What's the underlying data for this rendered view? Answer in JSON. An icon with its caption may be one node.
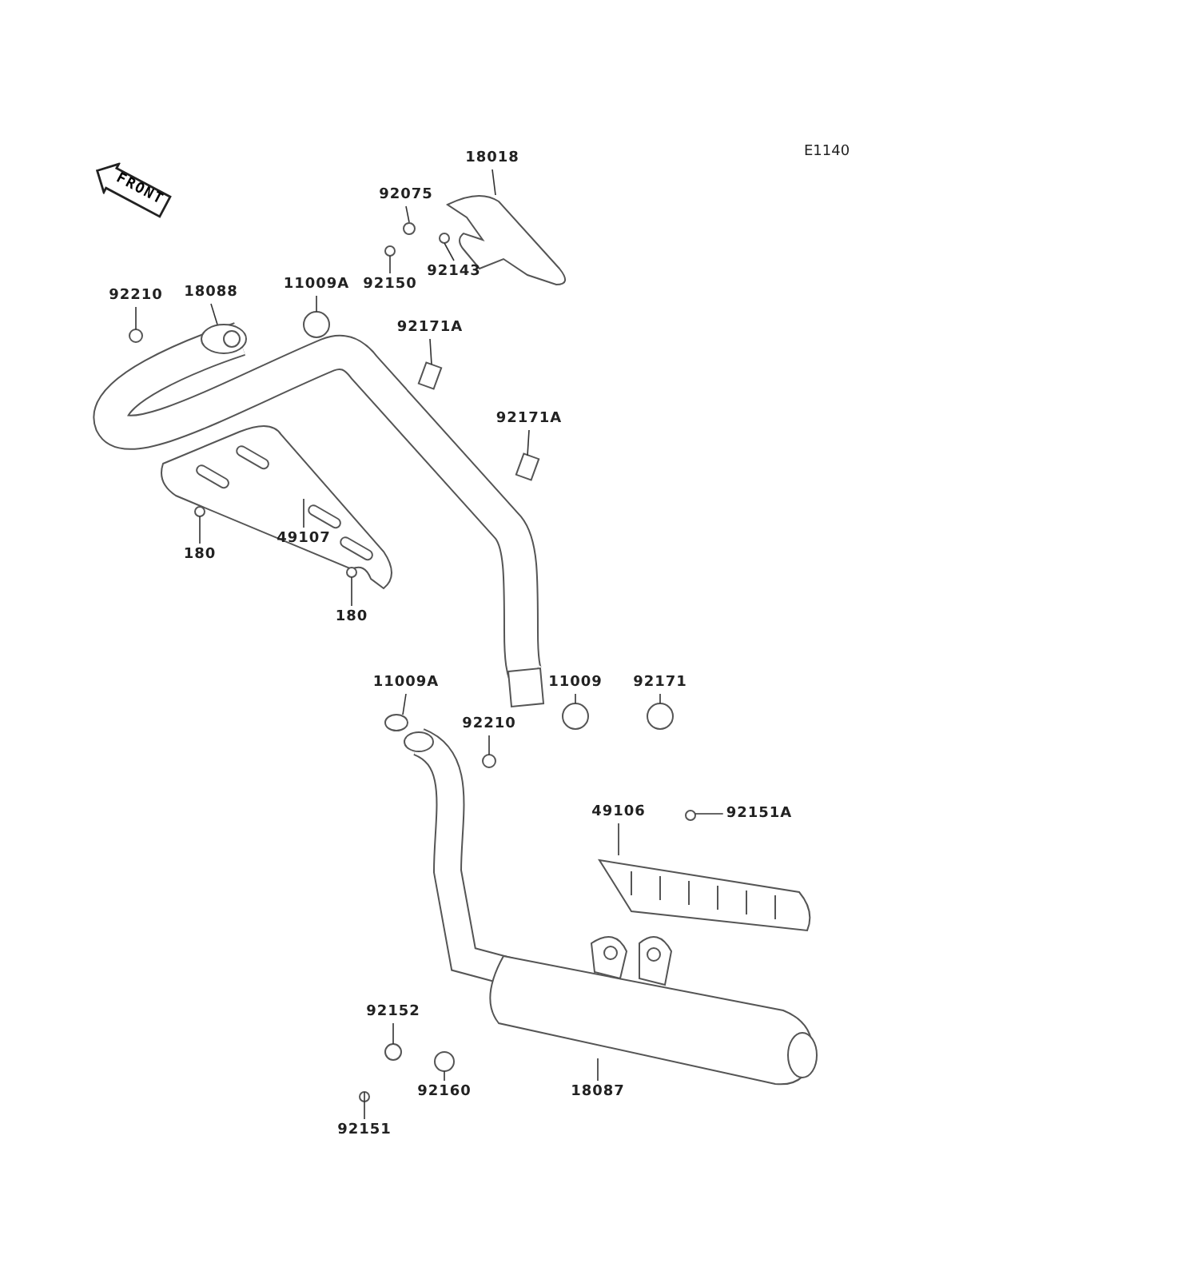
{
  "diagram": {
    "nodes": [
      {
        "text": [
          "FRONT"
        ]
      },
      {
        "text": [
          "18018"
        ]
      },
      {
        "text": [
          "92075"
        ]
      },
      {
        "text": [
          "92143"
        ]
      },
      {
        "text": [
          "92150"
        ]
      },
      {
        "text": [
          "92210"
        ]
      },
      {
        "text": [
          "18088"
        ]
      },
      {
        "text": [
          "11009A"
        ]
      },
      {
        "text": [
          "92171A"
        ]
      },
      {
        "text": [
          "92171A"
        ]
      },
      {
        "text": [
          "180"
        ]
      },
      {
        "text": [
          "49107"
        ]
      },
      {
        "text": [
          "180"
        ]
      },
      {
        "text": [
          "11009A"
        ]
      },
      {
        "text": [
          "11009"
        ]
      },
      {
        "text": [
          "92171"
        ]
      },
      {
        "text": [
          "92210"
        ]
      },
      {
        "text": [
          "49106"
        ]
      },
      {
        "text": [
          "92151A"
        ]
      },
      {
        "text": [
          "92152"
        ]
      },
      {
        "text": [
          "92160"
        ]
      },
      {
        "text": [
          "18087"
        ]
      },
      {
        "text": [
          "92151"
        ]
      }
    ],
    "edges": [
      {
        "from": 1,
        "to": null,
        "arrow": "none"
      },
      {
        "from": 2,
        "to": null,
        "arrow": "none"
      },
      {
        "from": 3,
        "to": null,
        "arrow": "none"
      },
      {
        "from": 4,
        "to": null,
        "arrow": "none"
      },
      {
        "from": 5,
        "to": null,
        "arrow": "none"
      },
      {
        "from": 6,
        "to": null,
        "arrow": "none"
      },
      {
        "from": 7,
        "to": null,
        "arrow": "none"
      },
      {
        "from": 8,
        "to": null,
        "arrow": "none"
      },
      {
        "from": 9,
        "to": null,
        "arrow": "none"
      },
      {
        "from": 10,
        "to": null,
        "arrow": "none"
      },
      {
        "from": 11,
        "to": null,
        "arrow": "none"
      },
      {
        "from": 12,
        "to": null,
        "arrow": "none"
      },
      {
        "from": 13,
        "to": null,
        "arrow": "none"
      },
      {
        "from": 14,
        "to": null,
        "arrow": "none"
      },
      {
        "from": 15,
        "to": null,
        "arrow": "none"
      },
      {
        "from": 16,
        "to": null,
        "arrow": "none"
      },
      {
        "from": 17,
        "to": null,
        "arrow": "none"
      },
      {
        "from": 18,
        "to": null,
        "arrow": "none"
      },
      {
        "from": 19,
        "to": null,
        "arrow": "none"
      },
      {
        "from": 20,
        "to": null,
        "arrow": "none"
      },
      {
        "from": 21,
        "to": null,
        "arrow": "none"
      },
      {
        "from": 22,
        "to": null,
        "arrow": "none"
      }
    ],
    "labels": [
      "E1140"
    ]
  }
}
